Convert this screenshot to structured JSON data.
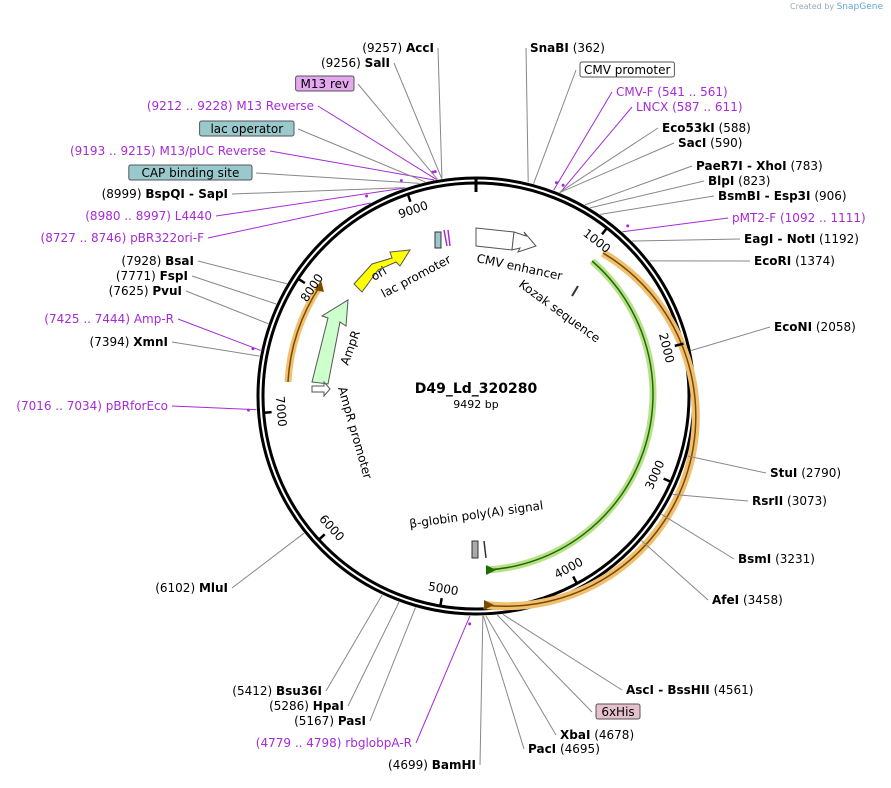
{
  "credit": {
    "prefix": "Created by",
    "brand": "SnapGene"
  },
  "plasmid": {
    "name": "D49_Ld_320280",
    "length": "9492 bp"
  },
  "ticks": [
    "1000",
    "2000",
    "3000",
    "4000",
    "5000",
    "6000",
    "7000",
    "8000",
    "9000"
  ],
  "enzymes": [
    {
      "name": "AccI",
      "pos": "(9257)"
    },
    {
      "name": "SalI",
      "pos": "(9256)"
    },
    {
      "name": "SnaBI",
      "pos": "(362)"
    },
    {
      "name": "Eco53kI",
      "pos": "(588)"
    },
    {
      "name": "SacI",
      "pos": "(590)"
    },
    {
      "name": "PaeR7I",
      "name2": "XhoI",
      "pos": "(783)"
    },
    {
      "name": "BlpI",
      "pos": "(823)"
    },
    {
      "name": "BsmBI",
      "name2": "Esp3I",
      "pos": "(906)"
    },
    {
      "name": "EagI",
      "name2": "NotI",
      "pos": "(1192)"
    },
    {
      "name": "EcoRI",
      "pos": "(1374)"
    },
    {
      "name": "EcoNI",
      "pos": "(2058)"
    },
    {
      "name": "StuI",
      "pos": "(2790)"
    },
    {
      "name": "RsrII",
      "pos": "(3073)"
    },
    {
      "name": "BsmI",
      "pos": "(3231)"
    },
    {
      "name": "AfeI",
      "pos": "(3458)"
    },
    {
      "name": "AscI",
      "name2": "BssHII",
      "pos": "(4561)"
    },
    {
      "name": "XbaI",
      "pos": "(4678)"
    },
    {
      "name": "PacI",
      "pos": "(4695)"
    },
    {
      "name": "BamHI",
      "pos": "(4699)"
    },
    {
      "name": "PasI",
      "pos": "(5167)"
    },
    {
      "name": "HpaI",
      "pos": "(5286)"
    },
    {
      "name": "Bsu36I",
      "pos": "(5412)"
    },
    {
      "name": "MluI",
      "pos": "(6102)"
    },
    {
      "name": "XmnI",
      "pos": "(7394)"
    },
    {
      "name": "PvuI",
      "pos": "(7625)"
    },
    {
      "name": "FspI",
      "pos": "(7771)"
    },
    {
      "name": "BsaI",
      "pos": "(7928)"
    },
    {
      "name": "BspQI",
      "name2": "SapI",
      "pos": "(8999)"
    }
  ],
  "primers": [
    {
      "name": "CMV-F",
      "range": "(541 .. 561)"
    },
    {
      "name": "LNCX",
      "range": "(587 .. 611)"
    },
    {
      "name": "pMT2-F",
      "range": "(1092 .. 1111)"
    },
    {
      "name": "M13 Reverse",
      "range": "(9212 .. 9228)"
    },
    {
      "name": "M13/pUC Reverse",
      "range": "(9193 .. 9215)"
    },
    {
      "name": "L4440",
      "range": "(8980 .. 8997)"
    },
    {
      "name": "pBR322ori-F",
      "range": "(8727 .. 8746)"
    },
    {
      "name": "Amp-R",
      "range": "(7425 .. 7444)"
    },
    {
      "name": "pBRforEco",
      "range": "(7016 .. 7034)"
    },
    {
      "name": "rbglobpA-R",
      "range": "(4779 .. 4798)"
    }
  ],
  "boxed_features": [
    {
      "name": "M13 rev",
      "color": "#e4a8f0"
    },
    {
      "name": "lac operator",
      "color": "#99c9cc"
    },
    {
      "name": "CAP binding site",
      "color": "#99c9cc"
    },
    {
      "name": "CMV promoter",
      "color": "#ffffff"
    },
    {
      "name": "6xHis",
      "color": "#e6c0cc"
    }
  ],
  "map_features": {
    "cmv_enhancer": "CMV enhancer",
    "kozak": "Kozak sequence",
    "lac_promoter": "lac promoter",
    "ori": "ori",
    "ampr": "AmpR",
    "ampr_promoter": "AmpR promoter",
    "globin": "β-globin poly(A) signal"
  },
  "colors": {
    "primer": "#a62bd6",
    "ori": "#ffff00",
    "ampr": "#ccffcc",
    "orf_orange": "#f0c070",
    "orf_green": "#7dc25a"
  }
}
